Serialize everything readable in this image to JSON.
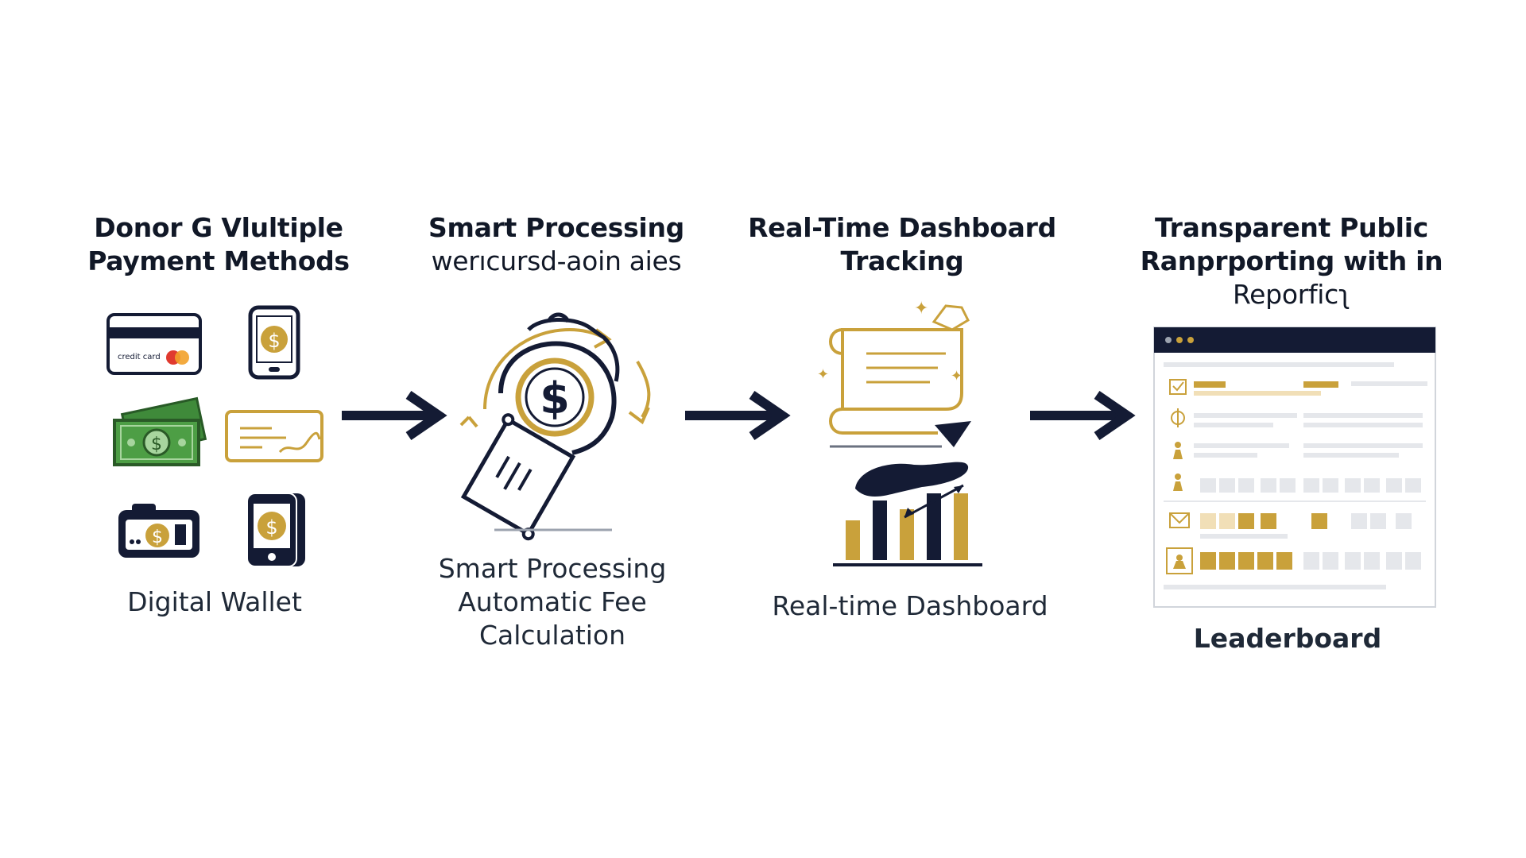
{
  "colors": {
    "navy": "#141b34",
    "gold": "#c9a13b",
    "green": "#3f8a3a",
    "light_gold": "#f1dfb7",
    "gray": "#d9dbe1",
    "card_red": "#e03a2f",
    "card_orange": "#f2a12a"
  },
  "steps": [
    {
      "heading": [
        "Donor G Vlultiple",
        "Payment Methods"
      ],
      "caption": [
        "Digital Wallet"
      ],
      "icons": [
        "credit-card-icon",
        "mobile-phone-icon",
        "cash-icon",
        "check-icon",
        "wallet-icon",
        "smartphone-icon"
      ],
      "card_text": "credit card"
    },
    {
      "heading": [
        "Smart Processing",
        "werıcursd-aoin aies"
      ],
      "caption": [
        "Smart Processing",
        "Automatic Fee",
        "Calculation"
      ],
      "icons": [
        "dollar-coin-icon",
        "receipt-icon",
        "refresh-arrows-icon"
      ]
    },
    {
      "heading": [
        "Real-Time Dashboard",
        "Tracking"
      ],
      "caption": [
        "Real-time Dashboard"
      ],
      "icons": [
        "scroll-icon",
        "hand-icon",
        "bar-chart-icon"
      ]
    },
    {
      "heading": [
        "Transparent Public",
        "Ranprporting with in",
        "Reporficʅ"
      ],
      "caption": [
        "Leaderboard"
      ],
      "icons": [
        "leaderboard-window-icon",
        "checkbox-icon",
        "target-icon",
        "person-icon",
        "mail-icon",
        "trophy-icon"
      ]
    }
  ],
  "arrows": [
    "arrow-right-icon",
    "arrow-right-icon",
    "arrow-right-icon"
  ]
}
